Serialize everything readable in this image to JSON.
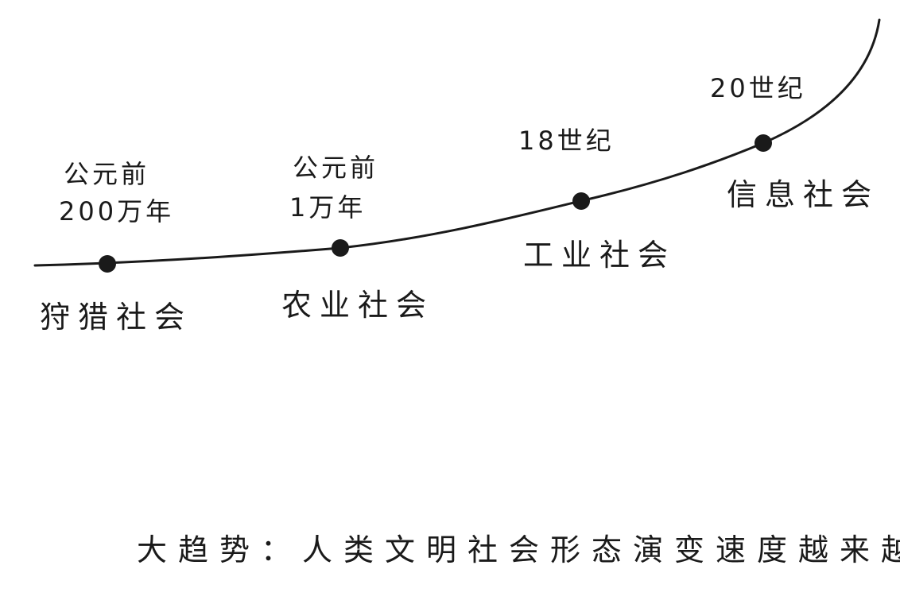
{
  "colors": {
    "ink": "#1a1a1a",
    "background": "#ffffff"
  },
  "stages": [
    {
      "name": "狩猎社会",
      "time_lines": [
        "公元前",
        "200万年"
      ]
    },
    {
      "name": "农业社会",
      "time_lines": [
        "公元前",
        "1万年"
      ]
    },
    {
      "name": "工业社会",
      "time_lines": [
        "18世纪"
      ]
    },
    {
      "name": "信息社会",
      "time_lines": [
        "20世纪"
      ]
    }
  ],
  "caption": "大趋势：人类文明社会形态演变速度越来越快"
}
